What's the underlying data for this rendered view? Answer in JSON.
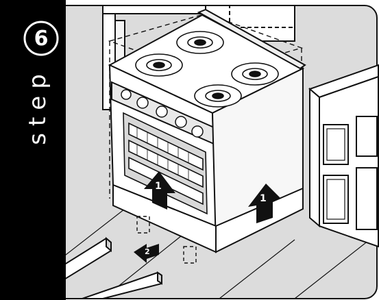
{
  "step": {
    "number": "6",
    "word": "step"
  },
  "arrows": {
    "lift_front_label": "1",
    "lift_side_label": "1",
    "slide_label": "2"
  }
}
